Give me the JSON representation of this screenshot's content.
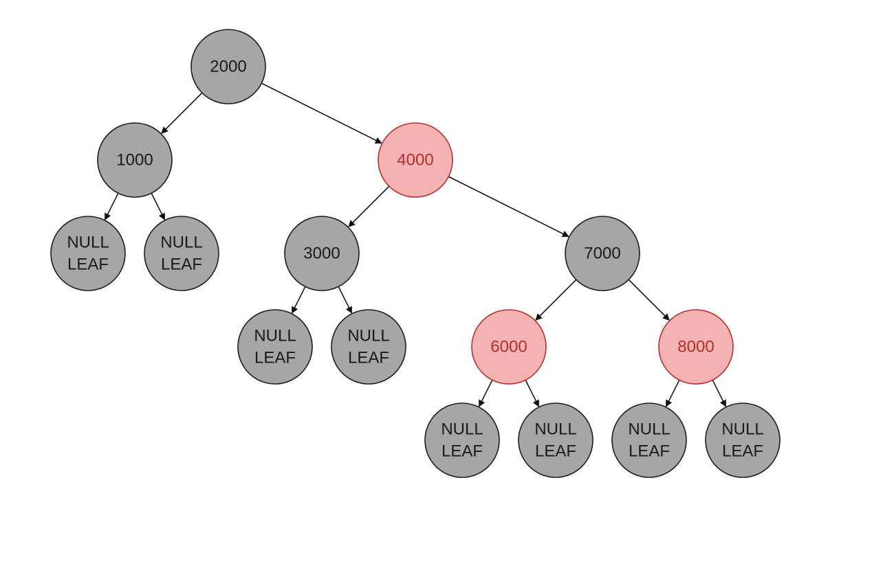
{
  "colors": {
    "background": "#ffffff",
    "black_fill": "#a6a6a6",
    "black_stroke": "#1a1a1a",
    "black_text": "#1a1a1a",
    "red_fill": "#f4b2b2",
    "red_stroke": "#b03030",
    "red_text": "#b03030",
    "edge": "#111111"
  },
  "tree": {
    "nodes": [
      {
        "id": "n2000",
        "lines": [
          "2000"
        ],
        "color": "black"
      },
      {
        "id": "n1000",
        "lines": [
          "1000"
        ],
        "color": "black"
      },
      {
        "id": "n4000",
        "lines": [
          "4000"
        ],
        "color": "red"
      },
      {
        "id": "leaf1",
        "lines": [
          "NULL",
          "LEAF"
        ],
        "color": "black"
      },
      {
        "id": "leaf2",
        "lines": [
          "NULL",
          "LEAF"
        ],
        "color": "black"
      },
      {
        "id": "n3000",
        "lines": [
          "3000"
        ],
        "color": "black"
      },
      {
        "id": "n7000",
        "lines": [
          "7000"
        ],
        "color": "black"
      },
      {
        "id": "leaf3",
        "lines": [
          "NULL",
          "LEAF"
        ],
        "color": "black"
      },
      {
        "id": "leaf4",
        "lines": [
          "NULL",
          "LEAF"
        ],
        "color": "black"
      },
      {
        "id": "n6000",
        "lines": [
          "6000"
        ],
        "color": "red"
      },
      {
        "id": "n8000",
        "lines": [
          "8000"
        ],
        "color": "red"
      },
      {
        "id": "leaf5",
        "lines": [
          "NULL",
          "LEAF"
        ],
        "color": "black"
      },
      {
        "id": "leaf6",
        "lines": [
          "NULL",
          "LEAF"
        ],
        "color": "black"
      },
      {
        "id": "leaf7",
        "lines": [
          "NULL",
          "LEAF"
        ],
        "color": "black"
      },
      {
        "id": "leaf8",
        "lines": [
          "NULL",
          "LEAF"
        ],
        "color": "black"
      }
    ],
    "edges": [
      {
        "from": "n2000",
        "to": "n1000"
      },
      {
        "from": "n2000",
        "to": "n4000"
      },
      {
        "from": "n1000",
        "to": "leaf1"
      },
      {
        "from": "n1000",
        "to": "leaf2"
      },
      {
        "from": "n4000",
        "to": "n3000"
      },
      {
        "from": "n4000",
        "to": "n7000"
      },
      {
        "from": "n3000",
        "to": "leaf3"
      },
      {
        "from": "n3000",
        "to": "leaf4"
      },
      {
        "from": "n7000",
        "to": "n6000"
      },
      {
        "from": "n7000",
        "to": "n8000"
      },
      {
        "from": "n6000",
        "to": "leaf5"
      },
      {
        "from": "n6000",
        "to": "leaf6"
      },
      {
        "from": "n8000",
        "to": "leaf7"
      },
      {
        "from": "n8000",
        "to": "leaf8"
      }
    ]
  }
}
